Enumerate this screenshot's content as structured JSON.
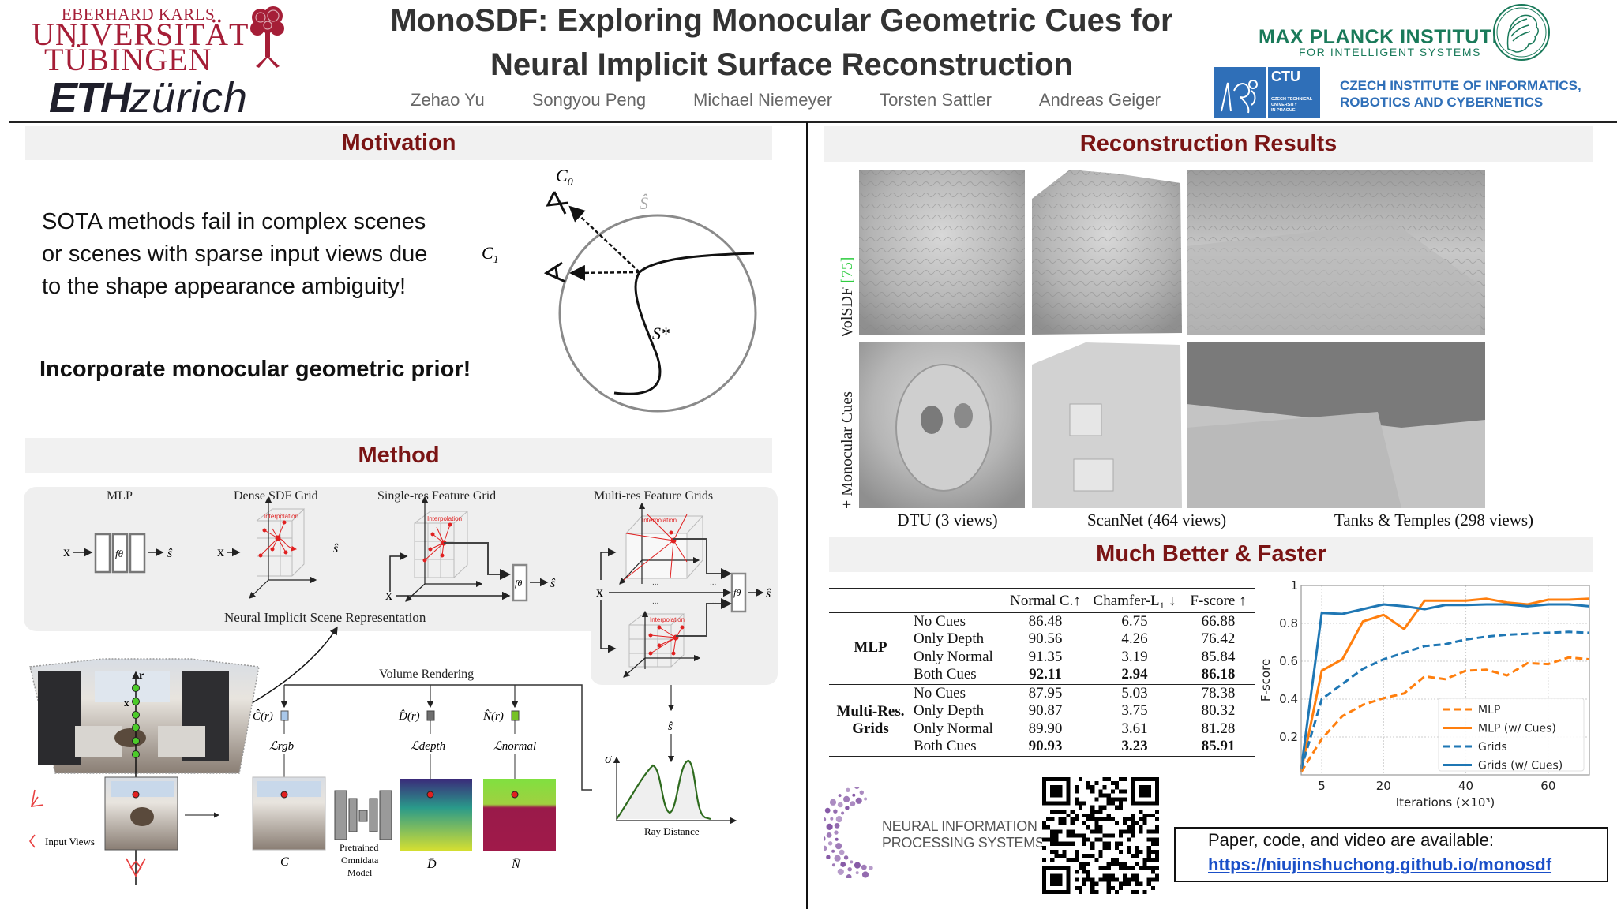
{
  "header": {
    "title_line1": "MonoSDF: Exploring Monocular Geometric Cues for",
    "title_line2": "Neural Implicit Surface Reconstruction",
    "authors": [
      "Zehao Yu",
      "Songyou Peng",
      "Michael Niemeyer",
      "Torsten Sattler",
      "Andreas Geiger"
    ],
    "logos": {
      "tuebingen_top": "EBERHARD KARLS",
      "tuebingen_uni": "UNIVERSITÄT",
      "tuebingen_city": "TÜBINGEN",
      "eth_bold": "ETH",
      "eth_light": "zürich",
      "mpi_name": "MAX PLANCK INSTITUTE",
      "mpi_sub": "FOR INTELLIGENT SYSTEMS",
      "ctu_name": "CTU",
      "ctu_small": "CZECH TECHNICAL\nUNIVERSITY\nIN PRAGUE",
      "ciirc": "CZECH INSTITUTE OF INFORMATICS,\nROBOTICS AND CYBERNETICS"
    },
    "colors": {
      "tuebingen": "#a51e37",
      "mpi": "#1a7a5a",
      "ctu": "#2f6fb8",
      "section_title": "#7a1414"
    }
  },
  "motivation": {
    "title": "Motivation",
    "text_lines": [
      "SOTA methods fail in complex scenes",
      "or scenes with sparse input views due",
      "to the shape appearance ambiguity!"
    ],
    "bold_line": "Incorporate monocular geometric prior!",
    "diagram": {
      "c0": "C",
      "c0_sub": "0",
      "c1": "C",
      "c1_sub": "1",
      "s_hat": "Ŝ",
      "s_star": "S*"
    }
  },
  "method": {
    "title": "Method",
    "representations": [
      "MLP",
      "Dense SDF Grid",
      "Single-res Feature Grid",
      "Multi-res Feature Grids"
    ],
    "panel_caption": "Neural Implicit Scene Representation",
    "interpolation_label": "Interpolation",
    "x_label": "x",
    "f_theta": "fθ",
    "s_hat": "ŝ",
    "volume_rendering": "Volume Rendering",
    "ray_label": "r",
    "outputs": [
      {
        "label": "Ĉ(r)",
        "loss": "ℒrgb",
        "color": "#a9c8ea",
        "target": "C"
      },
      {
        "label": "D̂(r)",
        "loss": "ℒdepth",
        "color": "#6e6e6e",
        "target": "D̄"
      },
      {
        "label": "N̂(r)",
        "loss": "ℒnormal",
        "color": "#77c225",
        "target": "N̄"
      }
    ],
    "pretrained_model": [
      "Pretrained",
      "Omnidata",
      "Model"
    ],
    "input_views": "Input Views",
    "sigma_label": "σ",
    "ray_distance": "Ray Distance",
    "ellipsis": "..."
  },
  "reconstruction": {
    "title": "Reconstruction Results",
    "row_labels": [
      {
        "text": "VolSDF ",
        "ref": "[75]"
      },
      {
        "text": "+ Monocular Cues",
        "ref": ""
      }
    ],
    "ref_color": "#2ecc40",
    "captions": [
      "DTU (3 views)",
      "ScanNet (464 views)",
      "Tanks & Temples (298 views)"
    ]
  },
  "faster": {
    "title": "Much Better & Faster",
    "table": {
      "headers": [
        "",
        "",
        "Normal C.↑",
        "Chamfer-L₁ ↓",
        "F-score ↑"
      ],
      "groups": [
        {
          "name": "MLP",
          "rows": [
            {
              "setting": "No Cues",
              "normal": "86.48",
              "chamfer": "6.75",
              "fscore": "66.88",
              "best": false
            },
            {
              "setting": "Only Depth",
              "normal": "90.56",
              "chamfer": "4.26",
              "fscore": "76.42",
              "best": false
            },
            {
              "setting": "Only Normal",
              "normal": "91.35",
              "chamfer": "3.19",
              "fscore": "85.84",
              "best": false
            },
            {
              "setting": "Both Cues",
              "normal": "92.11",
              "chamfer": "2.94",
              "fscore": "86.18",
              "best": true
            }
          ]
        },
        {
          "name": "Multi-Res. Grids",
          "rows": [
            {
              "setting": "No Cues",
              "normal": "87.95",
              "chamfer": "5.03",
              "fscore": "78.38",
              "best": false
            },
            {
              "setting": "Only Depth",
              "normal": "90.87",
              "chamfer": "3.75",
              "fscore": "80.32",
              "best": false
            },
            {
              "setting": "Only Normal",
              "normal": "89.90",
              "chamfer": "3.61",
              "fscore": "81.28",
              "best": false
            },
            {
              "setting": "Both Cues",
              "normal": "90.93",
              "chamfer": "3.23",
              "fscore": "85.91",
              "best": true
            }
          ]
        }
      ]
    }
  },
  "chart_data": {
    "type": "line",
    "title": "",
    "xlabel": "Iterations (×10³)",
    "ylabel": "F-score",
    "xlim": [
      0,
      70
    ],
    "ylim": [
      0,
      1
    ],
    "xticks": [
      5,
      20,
      40,
      60
    ],
    "yticks": [
      0.2,
      0.4,
      0.6,
      0.8,
      1
    ],
    "ytick_labels": [
      "0.2",
      "0.4",
      "0.6",
      "0.8",
      "1"
    ],
    "grid": true,
    "legend_position": "lower-right",
    "x": [
      0,
      5,
      10,
      15,
      20,
      25,
      30,
      35,
      40,
      45,
      50,
      55,
      60,
      65,
      70
    ],
    "series": [
      {
        "name": "MLP",
        "color": "#ff7f0e",
        "dashed": true,
        "values": [
          0.015,
          0.19,
          0.31,
          0.37,
          0.405,
          0.43,
          0.52,
          0.505,
          0.55,
          0.555,
          0.525,
          0.59,
          0.585,
          0.62,
          0.61
        ]
      },
      {
        "name": "MLP (w/ Cues)",
        "color": "#ff7f0e",
        "dashed": false,
        "values": [
          0.02,
          0.55,
          0.61,
          0.81,
          0.845,
          0.77,
          0.92,
          0.92,
          0.92,
          0.93,
          0.91,
          0.9,
          0.925,
          0.925,
          0.93
        ]
      },
      {
        "name": "Grids",
        "color": "#1f77b4",
        "dashed": true,
        "values": [
          0.03,
          0.4,
          0.48,
          0.56,
          0.61,
          0.645,
          0.68,
          0.69,
          0.715,
          0.73,
          0.74,
          0.745,
          0.75,
          0.755,
          0.75
        ]
      },
      {
        "name": "Grids (w/ Cues)",
        "color": "#1f77b4",
        "dashed": false,
        "values": [
          0.03,
          0.855,
          0.85,
          0.875,
          0.9,
          0.89,
          0.875,
          0.897,
          0.897,
          0.9,
          0.9,
          0.89,
          0.9,
          0.9,
          0.89
        ]
      }
    ]
  },
  "footer": {
    "neurips_text": "NEURAL INFORMATION\nPROCESSING SYSTEMS",
    "neurips_color": "#7b4a9e",
    "link_caption": "Paper, code, and video are available:",
    "link_url": "https://niujinshuchong.github.io/monosdf"
  }
}
